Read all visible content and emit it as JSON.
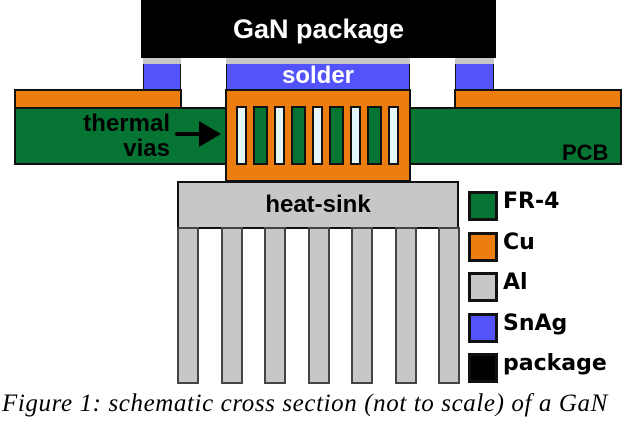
{
  "labels": {
    "package": "GaN package",
    "solder": "solder",
    "thermal_vias_line1": "thermal",
    "thermal_vias_line2": "vias",
    "pcb": "PCB",
    "heat_sink": "heat-sink"
  },
  "legend": [
    {
      "label": "FR-4",
      "color": "#067433"
    },
    {
      "label": "Cu",
      "color": "#ED7D0F"
    },
    {
      "label": "Al",
      "color": "#C6C7C6"
    },
    {
      "label": "SnAg",
      "color": "#5353FB"
    },
    {
      "label": "package",
      "color": "#000000"
    }
  ],
  "caption": "Figure 1: schematic cross section (not to scale) of a GaN",
  "vias": {
    "slot_count": 5,
    "pillar_count": 4
  },
  "fins": {
    "count": 7
  }
}
